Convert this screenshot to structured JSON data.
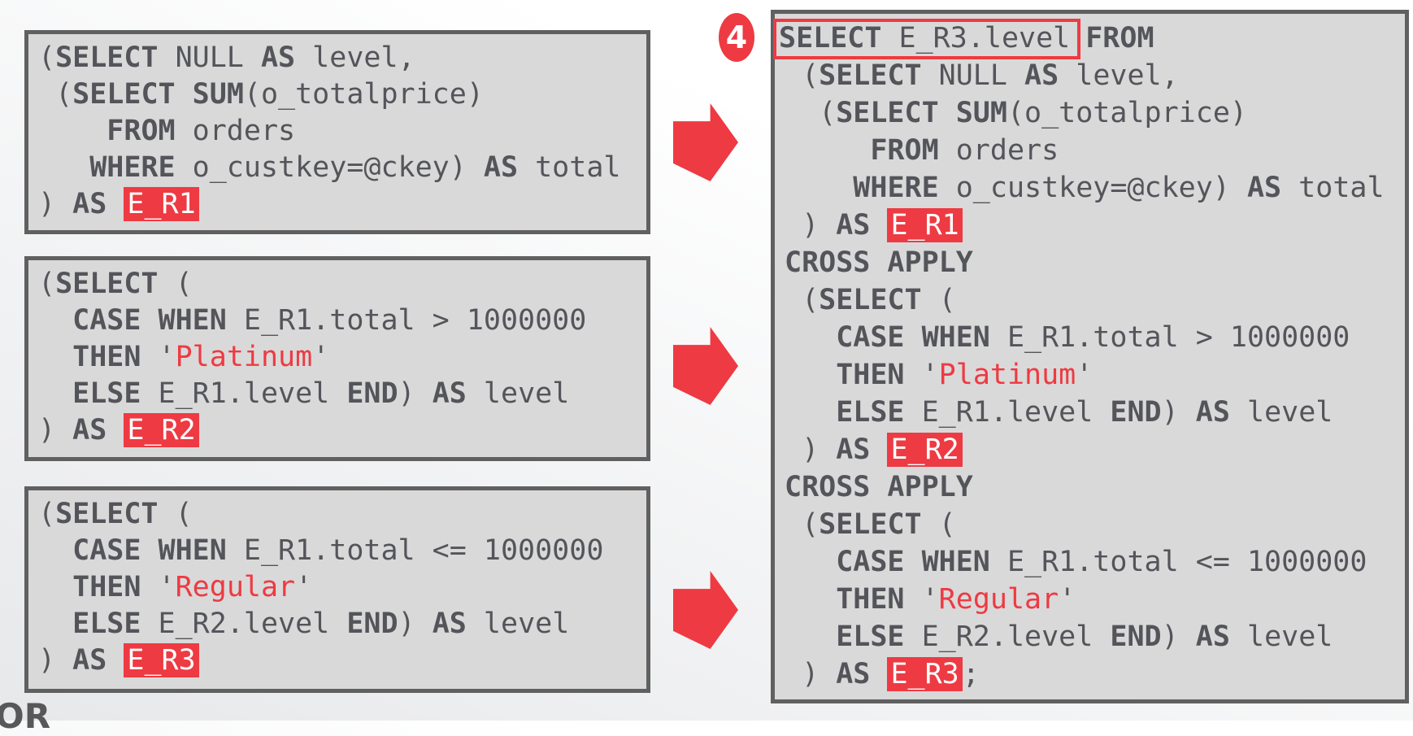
{
  "colors": {
    "accent": "#ee3a42",
    "code_text": "#54555a",
    "box_fill": "#d9d9d9",
    "box_border": "#606060",
    "highlight_text": "#ffffff"
  },
  "badge": {
    "label": "4"
  },
  "bottom_cropped_text": "OR",
  "left_panels": [
    {
      "name": "query-box-e-r1",
      "lines": [
        [
          {
            "t": "(",
            "s": "p"
          },
          {
            "t": "SELECT",
            "s": "k"
          },
          {
            "t": " NULL ",
            "s": "p"
          },
          {
            "t": "AS",
            "s": "k"
          },
          {
            "t": " level,",
            "s": "p"
          }
        ],
        [
          {
            "t": " (",
            "s": "p"
          },
          {
            "t": "SELECT",
            "s": "k"
          },
          {
            "t": " ",
            "s": "p"
          },
          {
            "t": "SUM",
            "s": "k"
          },
          {
            "t": "(o_totalprice)",
            "s": "p"
          }
        ],
        [
          {
            "t": "    ",
            "s": "p"
          },
          {
            "t": "FROM",
            "s": "k"
          },
          {
            "t": " orders",
            "s": "p"
          }
        ],
        [
          {
            "t": "   ",
            "s": "p"
          },
          {
            "t": "WHERE",
            "s": "k"
          },
          {
            "t": " o_custkey=@ckey) ",
            "s": "p"
          },
          {
            "t": "AS",
            "s": "k"
          },
          {
            "t": " total",
            "s": "p"
          }
        ],
        [
          {
            "t": ") ",
            "s": "p"
          },
          {
            "t": "AS",
            "s": "k"
          },
          {
            "t": " ",
            "s": "p"
          },
          {
            "t": "E_R1",
            "s": "h"
          }
        ]
      ]
    },
    {
      "name": "query-box-e-r2",
      "lines": [
        [
          {
            "t": "(",
            "s": "p"
          },
          {
            "t": "SELECT",
            "s": "k"
          },
          {
            "t": " (",
            "s": "p"
          }
        ],
        [
          {
            "t": "  ",
            "s": "p"
          },
          {
            "t": "CASE WHEN",
            "s": "k"
          },
          {
            "t": " E_R1.total > 1000000",
            "s": "p"
          }
        ],
        [
          {
            "t": "  ",
            "s": "p"
          },
          {
            "t": "THEN",
            "s": "k"
          },
          {
            "t": " '",
            "s": "p"
          },
          {
            "t": "Platinum",
            "s": "s"
          },
          {
            "t": "'",
            "s": "p"
          }
        ],
        [
          {
            "t": "  ",
            "s": "p"
          },
          {
            "t": "ELSE",
            "s": "k"
          },
          {
            "t": " E_R1.level ",
            "s": "p"
          },
          {
            "t": "END",
            "s": "k"
          },
          {
            "t": ") ",
            "s": "p"
          },
          {
            "t": "AS",
            "s": "k"
          },
          {
            "t": " level",
            "s": "p"
          }
        ],
        [
          {
            "t": ") ",
            "s": "p"
          },
          {
            "t": "AS",
            "s": "k"
          },
          {
            "t": " ",
            "s": "p"
          },
          {
            "t": "E_R2",
            "s": "h"
          }
        ]
      ]
    },
    {
      "name": "query-box-e-r3",
      "lines": [
        [
          {
            "t": "(",
            "s": "p"
          },
          {
            "t": "SELECT",
            "s": "k"
          },
          {
            "t": " (",
            "s": "p"
          }
        ],
        [
          {
            "t": "  ",
            "s": "p"
          },
          {
            "t": "CASE WHEN",
            "s": "k"
          },
          {
            "t": " E_R1.total <= 1000000",
            "s": "p"
          }
        ],
        [
          {
            "t": "  ",
            "s": "p"
          },
          {
            "t": "THEN",
            "s": "k"
          },
          {
            "t": " '",
            "s": "p"
          },
          {
            "t": "Regular",
            "s": "s"
          },
          {
            "t": "'",
            "s": "p"
          }
        ],
        [
          {
            "t": "  ",
            "s": "p"
          },
          {
            "t": "ELSE",
            "s": "k"
          },
          {
            "t": " E_R2.level ",
            "s": "p"
          },
          {
            "t": "END",
            "s": "k"
          },
          {
            "t": ") ",
            "s": "p"
          },
          {
            "t": "AS",
            "s": "k"
          },
          {
            "t": " level",
            "s": "p"
          }
        ],
        [
          {
            "t": ") ",
            "s": "p"
          },
          {
            "t": "AS",
            "s": "k"
          },
          {
            "t": " ",
            "s": "p"
          },
          {
            "t": "E_R3",
            "s": "h"
          }
        ]
      ]
    }
  ],
  "right_panel": {
    "name": "combined-query-box",
    "lines": [
      [
        {
          "t": "SELECT",
          "s": "k",
          "c": true
        },
        {
          "t": " E_R3.level",
          "s": "p",
          "c": true
        },
        {
          "t": "FROM",
          "s": "k"
        }
      ],
      [
        {
          "t": " (",
          "s": "p"
        },
        {
          "t": "SELECT",
          "s": "k"
        },
        {
          "t": " NULL ",
          "s": "p"
        },
        {
          "t": "AS",
          "s": "k"
        },
        {
          "t": " level,",
          "s": "p"
        }
      ],
      [
        {
          "t": "  (",
          "s": "p"
        },
        {
          "t": "SELECT",
          "s": "k"
        },
        {
          "t": " ",
          "s": "p"
        },
        {
          "t": "SUM",
          "s": "k"
        },
        {
          "t": "(o_totalprice)",
          "s": "p"
        }
      ],
      [
        {
          "t": "     ",
          "s": "p"
        },
        {
          "t": "FROM",
          "s": "k"
        },
        {
          "t": " orders",
          "s": "p"
        }
      ],
      [
        {
          "t": "    ",
          "s": "p"
        },
        {
          "t": "WHERE",
          "s": "k"
        },
        {
          "t": " o_custkey=@ckey) ",
          "s": "p"
        },
        {
          "t": "AS",
          "s": "k"
        },
        {
          "t": " total",
          "s": "p"
        }
      ],
      [
        {
          "t": " ) ",
          "s": "p"
        },
        {
          "t": "AS",
          "s": "k"
        },
        {
          "t": " ",
          "s": "p"
        },
        {
          "t": "E_R1",
          "s": "h"
        }
      ],
      [
        {
          "t": "CROSS APPLY",
          "s": "k"
        }
      ],
      [
        {
          "t": " (",
          "s": "p"
        },
        {
          "t": "SELECT",
          "s": "k"
        },
        {
          "t": " (",
          "s": "p"
        }
      ],
      [
        {
          "t": "   ",
          "s": "p"
        },
        {
          "t": "CASE WHEN",
          "s": "k"
        },
        {
          "t": " E_R1.total > 1000000",
          "s": "p"
        }
      ],
      [
        {
          "t": "   ",
          "s": "p"
        },
        {
          "t": "THEN",
          "s": "k"
        },
        {
          "t": " '",
          "s": "p"
        },
        {
          "t": "Platinum",
          "s": "s"
        },
        {
          "t": "'",
          "s": "p"
        }
      ],
      [
        {
          "t": "   ",
          "s": "p"
        },
        {
          "t": "ELSE",
          "s": "k"
        },
        {
          "t": " E_R1.level ",
          "s": "p"
        },
        {
          "t": "END",
          "s": "k"
        },
        {
          "t": ") ",
          "s": "p"
        },
        {
          "t": "AS",
          "s": "k"
        },
        {
          "t": " level",
          "s": "p"
        }
      ],
      [
        {
          "t": " ) ",
          "s": "p"
        },
        {
          "t": "AS",
          "s": "k"
        },
        {
          "t": " ",
          "s": "p"
        },
        {
          "t": "E_R2",
          "s": "h"
        }
      ],
      [
        {
          "t": "CROSS APPLY",
          "s": "k"
        }
      ],
      [
        {
          "t": " (",
          "s": "p"
        },
        {
          "t": "SELECT",
          "s": "k"
        },
        {
          "t": " (",
          "s": "p"
        }
      ],
      [
        {
          "t": "   ",
          "s": "p"
        },
        {
          "t": "CASE WHEN",
          "s": "k"
        },
        {
          "t": " E_R1.total <= 1000000",
          "s": "p"
        }
      ],
      [
        {
          "t": "   ",
          "s": "p"
        },
        {
          "t": "THEN",
          "s": "k"
        },
        {
          "t": " '",
          "s": "p"
        },
        {
          "t": "Regular",
          "s": "s"
        },
        {
          "t": "'",
          "s": "p"
        }
      ],
      [
        {
          "t": "   ",
          "s": "p"
        },
        {
          "t": "ELSE",
          "s": "k"
        },
        {
          "t": " E_R2.level ",
          "s": "p"
        },
        {
          "t": "END",
          "s": "k"
        },
        {
          "t": ") ",
          "s": "p"
        },
        {
          "t": "AS",
          "s": "k"
        },
        {
          "t": " level",
          "s": "p"
        }
      ],
      [
        {
          "t": " ) ",
          "s": "p"
        },
        {
          "t": "AS",
          "s": "k"
        },
        {
          "t": " ",
          "s": "p"
        },
        {
          "t": "E_R3",
          "s": "h"
        },
        {
          "t": ";",
          "s": "p"
        }
      ]
    ]
  },
  "arrows": [
    {
      "name": "transform-arrow-1"
    },
    {
      "name": "transform-arrow-2"
    },
    {
      "name": "transform-arrow-3"
    }
  ]
}
